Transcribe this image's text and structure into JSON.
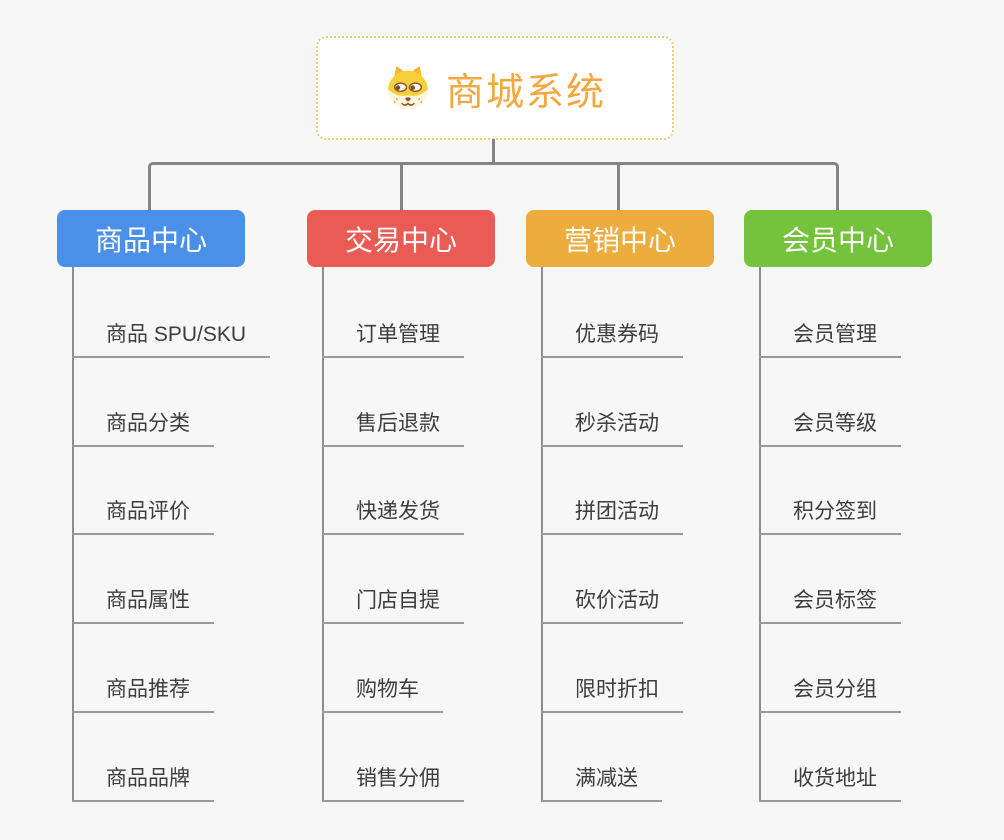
{
  "page": {
    "background": "#f7f7f7"
  },
  "root": {
    "title": "商城系统",
    "icon": "shiba-dog-icon",
    "title_color": "#f2a83e",
    "border_color": "#f3c97c"
  },
  "connector_color": "#848484",
  "underline_color": "#9a9a9a",
  "branches": [
    {
      "label": "商品中心",
      "color": "#4a90e8",
      "items": [
        "商品 SPU/SKU",
        "商品分类",
        "商品评价",
        "商品属性",
        "商品推荐",
        "商品品牌"
      ]
    },
    {
      "label": "交易中心",
      "color": "#ea5b55",
      "items": [
        "订单管理",
        "售后退款",
        "快递发货",
        "门店自提",
        "购物车",
        "销售分佣"
      ]
    },
    {
      "label": "营销中心",
      "color": "#edad3e",
      "items": [
        "优惠券码",
        "秒杀活动",
        "拼团活动",
        "砍价活动",
        "限时折扣",
        "满减送"
      ]
    },
    {
      "label": "会员中心",
      "color": "#75c23c",
      "items": [
        "会员管理",
        "会员等级",
        "积分签到",
        "会员标签",
        "会员分组",
        "收货地址"
      ]
    }
  ]
}
